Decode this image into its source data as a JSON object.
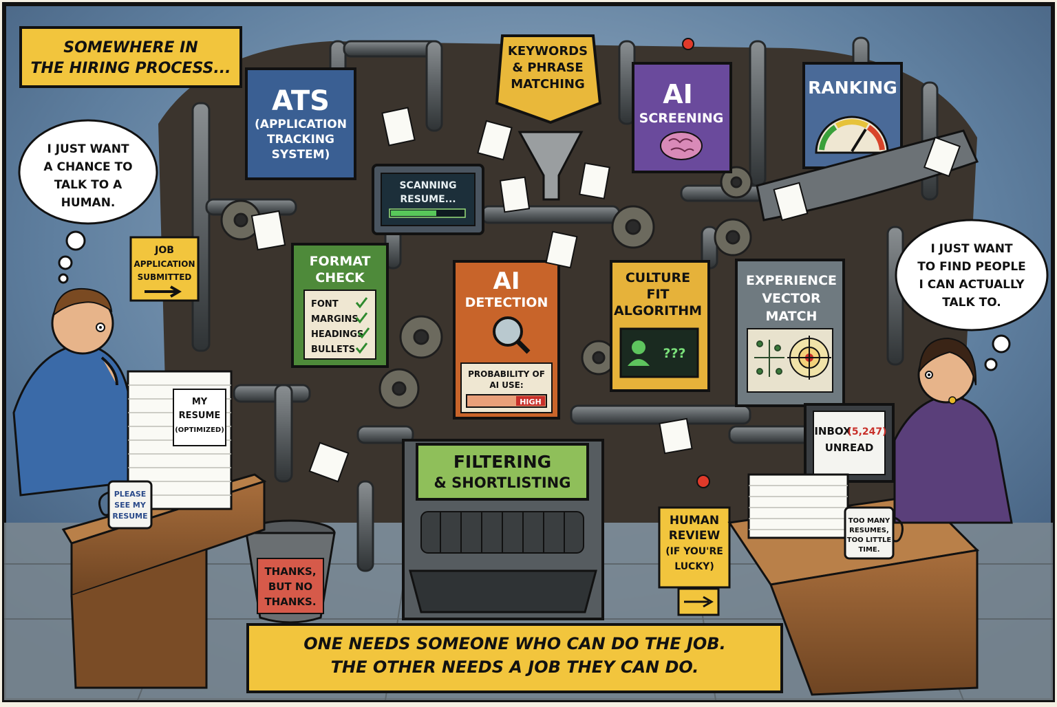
{
  "captions": {
    "top": [
      "SOMEWHERE IN",
      "THE HIRING PROCESS..."
    ],
    "bottom": [
      "ONE NEEDS SOMEONE WHO CAN DO THE JOB.",
      "THE OTHER NEEDS A JOB THEY CAN DO."
    ]
  },
  "bubbles": {
    "applicant": [
      "I JUST WANT",
      "A CHANCE TO",
      "TALK TO A",
      "HUMAN."
    ],
    "recruiter": [
      "I JUST WANT",
      "TO FIND PEOPLE",
      "I CAN ACTUALLY",
      "TALK TO."
    ]
  },
  "signs": {
    "job_application": [
      "JOB",
      "APPLICATION",
      "SUBMITTED"
    ],
    "human_review": [
      "HUMAN",
      "REVIEW",
      "(IF YOU'RE",
      "LUCKY)"
    ]
  },
  "machines": {
    "ats": [
      "ATS",
      "(APPLICATION",
      "TRACKING",
      "SYSTEM)"
    ],
    "scanning": [
      "SCANNING",
      "RESUME..."
    ],
    "keywords": [
      "KEYWORDS",
      "& PHRASE",
      "MATCHING"
    ],
    "ai_screening": [
      "AI",
      "SCREENING"
    ],
    "ranking": "RANKING",
    "format_check": {
      "title": [
        "FORMAT",
        "CHECK"
      ],
      "items": [
        "FONT",
        "MARGINS",
        "HEADINGS",
        "BULLETS"
      ]
    },
    "ai_detection": {
      "title": [
        "AI",
        "DETECTION"
      ],
      "meter_label": [
        "PROBABILITY OF",
        "AI USE:"
      ],
      "meter_value": "HIGH"
    },
    "culture_fit": {
      "title": [
        "CULTURE",
        "FIT",
        "ALGORITHM"
      ],
      "screen_text": "???"
    },
    "experience": [
      "EXPERIENCE",
      "VECTOR",
      "MATCH"
    ],
    "filtering": [
      "FILTERING",
      "& SHORTLISTING"
    ]
  },
  "props": {
    "resume_stack": [
      "MY",
      "RESUME",
      "(OPTIMIZED)"
    ],
    "mug_left": [
      "PLEASE",
      "SEE MY",
      "RESUME"
    ],
    "trash": [
      "THANKS,",
      "BUT NO",
      "THANKS."
    ],
    "inbox": {
      "label": "INBOX",
      "count": "(5,247)",
      "status": "UNREAD"
    },
    "mug_right": [
      "TOO MANY",
      "RESUMES,",
      "TOO LITTLE",
      "TIME."
    ]
  },
  "colors": {
    "caption_yellow": "#f2c53d",
    "ats_blue": "#3a5f93",
    "keywords_yellow": "#e9b83a",
    "ai_purple": "#6a4a9c",
    "ranking_blue": "#4a6a98",
    "format_green": "#4e8a3a",
    "detection_orange": "#c8642a",
    "culture_yellow": "#e6b23a",
    "experience_gray": "#6f7a80",
    "filtering_green": "#8fbf5a",
    "bg_blue": "#5a7aa0"
  }
}
